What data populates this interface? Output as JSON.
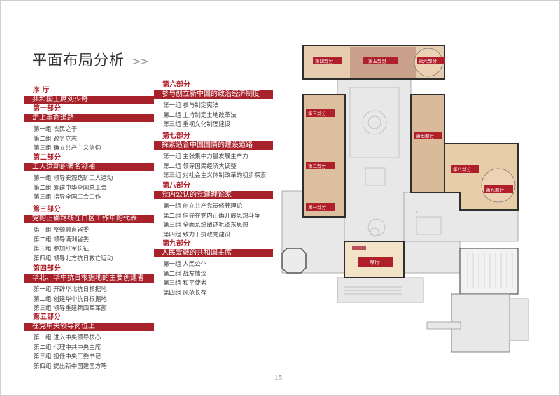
{
  "page": {
    "title": "平面布局分析",
    "title_arrow": ">>",
    "page_number": "15"
  },
  "left_column": [
    {
      "head": "序 厅",
      "bar": "共和国主席刘少奇",
      "items": []
    },
    {
      "head": "第一部分",
      "bar": "走上革命道路",
      "items": [
        "第一组  农民之子",
        "第二组  改名立志",
        "第三组  确立共产主义信仰"
      ]
    },
    {
      "head": "第二部分",
      "bar": "工人运动的著名领袖",
      "items": [
        "第一组  领导安源路矿工人运动",
        "第二组  筹建中华全国总工会",
        "第三组  指导全国工会工作"
      ]
    },
    {
      "head": "第三部分",
      "bar": "党的正确路线在白区工作中的代表",
      "items": [
        "第一组  整顿顺直省委",
        "第二组  领导满洲省委",
        "第三组  参加红军长征",
        "第四组  领导北方抗日救亡运动"
      ]
    },
    {
      "head": "第四部分",
      "bar": "华北、华中抗日根据地的主要创建者",
      "items": [
        "第一组  开辟华北抗日根据地",
        "第二组  创建华中抗日根据地",
        "第三组  领导重建新四军军部"
      ]
    },
    {
      "head": "第五部分",
      "bar": "在党中央领导岗位上",
      "items": [
        "第一组  进入中央领导核心",
        "第二组  代理中共中央主席",
        "第三组  担任中央工委书记",
        "第四组  提出新中国建国方略"
      ]
    }
  ],
  "right_column": [
    {
      "head": "第六部分",
      "bar": "参与创立新中国的政治经济制度",
      "items": [
        "第一组  参与制定宪法",
        "第二组  主持制定土地改革法",
        "第三组  重视文化制度建设"
      ]
    },
    {
      "head": "第七部分",
      "bar": "探索适合中国国情的建设道路",
      "items": [
        "第一组  主张集中力量发展生产力",
        "第二组  领导国民经济大调整",
        "第三组  对社会主义体制改革的初步探索"
      ]
    },
    {
      "head": "第八部分",
      "bar": "党内公认的党建理论家",
      "items": [
        "第一组  创立共产党员修养理论",
        "第二组  倡导在党内正确开展思想斗争",
        "第三组  全面系统阐述毛泽东思想",
        "第四组  致力于执政党建设"
      ]
    },
    {
      "head": "第九部分",
      "bar": "人民爱戴的共和国主席",
      "items": [
        "第一组  人民公仆",
        "第二组  战友情深",
        "第三组  和平使者",
        "第四组  风范长存"
      ]
    }
  ],
  "floor_plan": {
    "labels": {
      "lobby": "序厅",
      "p1": "第一部分",
      "p2": "第二部分",
      "p3": "第三部分",
      "p4": "第四部分",
      "p5": "第五部分",
      "p6": "第六部分",
      "p7": "第七部分",
      "p8": "第八部分",
      "p9": "第九部分"
    }
  },
  "colors": {
    "accent": "#a8222b",
    "room_tan": "#e3c7a6",
    "room_dark": "#c99f88",
    "plan_gray": "#e6e6e6",
    "wall": "#333333"
  }
}
